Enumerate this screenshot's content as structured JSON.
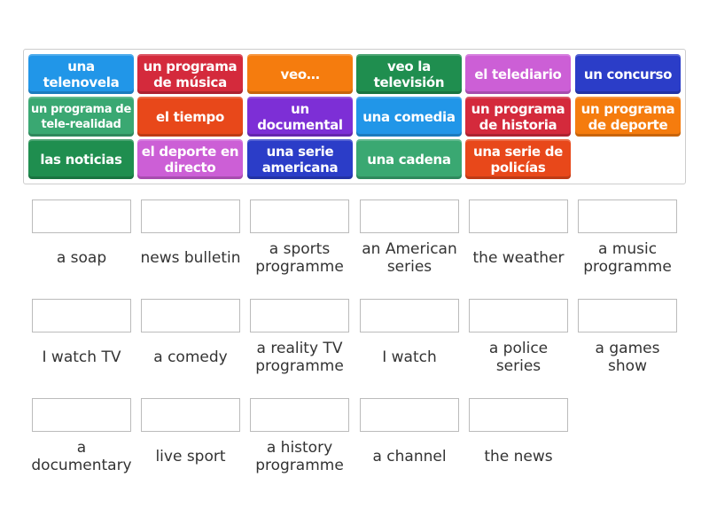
{
  "tiles": [
    {
      "text": "una telenovela",
      "color": "#2196e8"
    },
    {
      "text": "un programa de música",
      "color": "#d42a3c"
    },
    {
      "text": "veo…",
      "color": "#f57c0e"
    },
    {
      "text": "veo la televisión",
      "color": "#1f8e4f"
    },
    {
      "text": "el telediario",
      "color": "#cc5fd6"
    },
    {
      "text": "un concurso",
      "color": "#2b3dc8"
    },
    {
      "text": "un programa de tele-realidad",
      "color": "#3aa872"
    },
    {
      "text": "el tiempo",
      "color": "#e8481a"
    },
    {
      "text": "un documental",
      "color": "#7d2fd6"
    },
    {
      "text": "una comedia",
      "color": "#2196e8"
    },
    {
      "text": "un programa de historia",
      "color": "#d42a3c"
    },
    {
      "text": "un programa de deporte",
      "color": "#f57c0e"
    },
    {
      "text": "las noticias",
      "color": "#1f8e4f"
    },
    {
      "text": "el deporte en directo",
      "color": "#cc5fd6"
    },
    {
      "text": "una serie americana",
      "color": "#2b3dc8"
    },
    {
      "text": "una cadena",
      "color": "#3aa872"
    },
    {
      "text": "una serie de policías",
      "color": "#e8481a"
    }
  ],
  "targets": [
    "a soap",
    "news bulletin",
    "a sports\nprogramme",
    "an American\nseries",
    "the weather",
    "a music\nprogramme",
    "I watch TV",
    "a comedy",
    "a reality TV\nprogramme",
    "I watch",
    "a police\nseries",
    "a games\nshow",
    "a\ndocumentary",
    "live sport",
    "a history\nprogramme",
    "a channel",
    "the news"
  ]
}
